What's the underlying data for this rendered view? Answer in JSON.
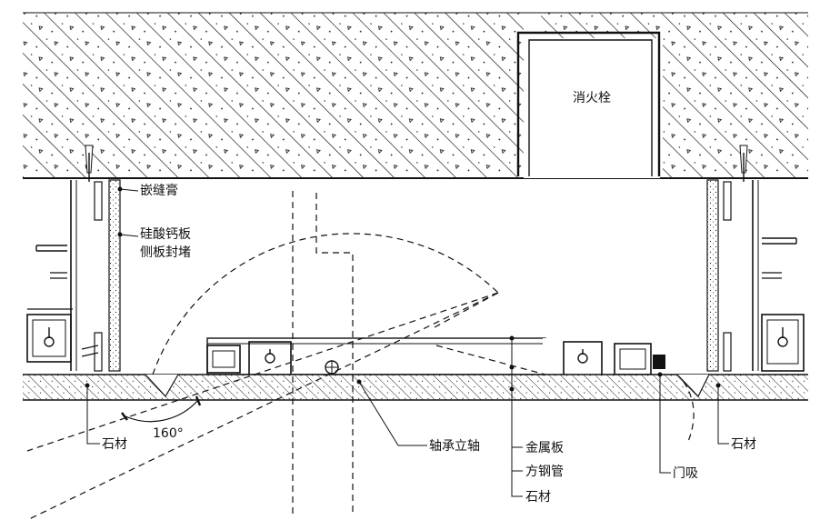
{
  "labels": {
    "fire_hydrant": "消火栓",
    "caulk": "嵌缝膏",
    "calcium_silicate_line1": "硅酸钙板",
    "calcium_silicate_line2": "侧板封堵",
    "angle": "160°",
    "stone_left": "石材",
    "pivot_shaft": "轴承立轴",
    "metal_plate": "金属板",
    "square_steel_tube": "方钢管",
    "stone_bottom": "石材",
    "door_stop": "门吸",
    "stone_right": "石材"
  },
  "colors": {
    "ink": "#111111",
    "paper": "#ffffff"
  }
}
